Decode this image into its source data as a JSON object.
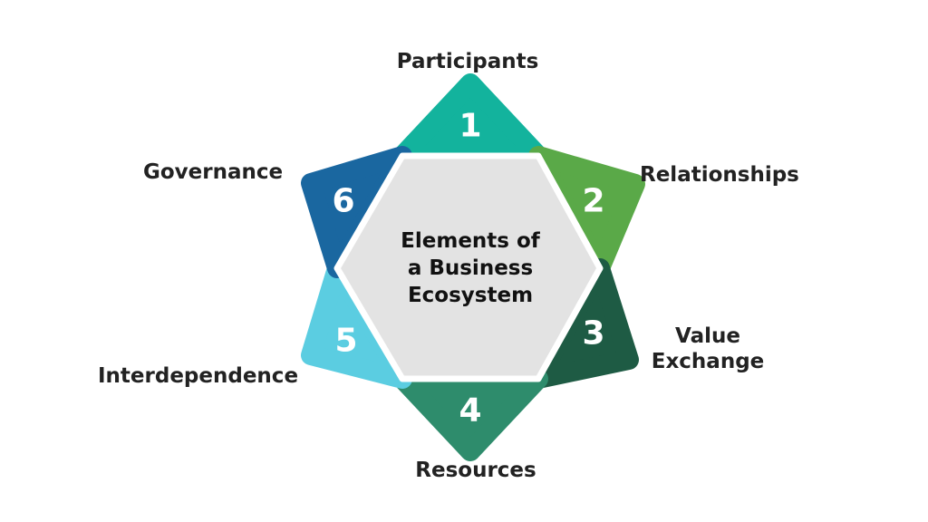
{
  "center": {
    "lines": [
      "Elements of",
      "a Business",
      "Ecosystem"
    ],
    "fill": "#e3e3e3",
    "stroke": "#ffffff"
  },
  "elements": [
    {
      "number": "1",
      "label_lines": [
        "Participants"
      ],
      "color": "#13b39d"
    },
    {
      "number": "2",
      "label_lines": [
        "Relationships"
      ],
      "color": "#5aa948"
    },
    {
      "number": "3",
      "label_lines": [
        "Value",
        "Exchange"
      ],
      "color": "#1e5b44"
    },
    {
      "number": "4",
      "label_lines": [
        "Resources"
      ],
      "color": "#2e8c6c"
    },
    {
      "number": "5",
      "label_lines": [
        "Interdependence"
      ],
      "color": "#5bcde1"
    },
    {
      "number": "6",
      "label_lines": [
        "Governance"
      ],
      "color": "#1a67a0"
    }
  ]
}
